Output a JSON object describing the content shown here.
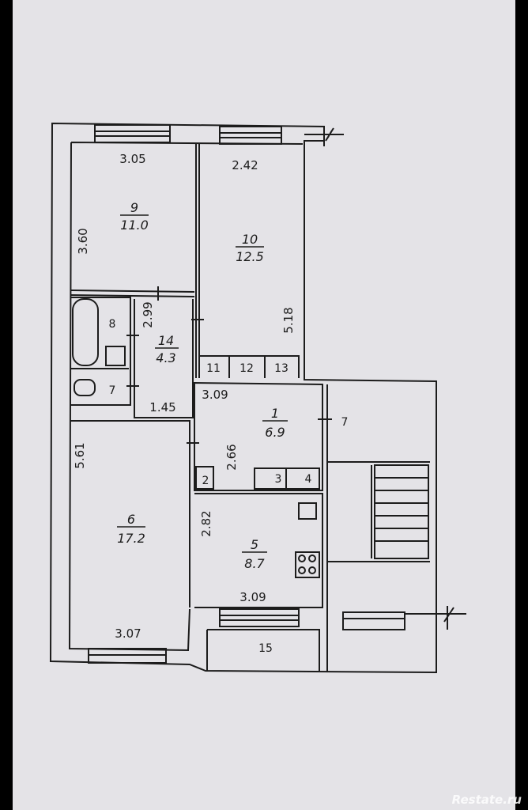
{
  "plan": {
    "rooms": [
      {
        "id": "room-9",
        "number": "9",
        "area": "11.0"
      },
      {
        "id": "room-10",
        "number": "10",
        "area": "12.5"
      },
      {
        "id": "room-14",
        "number": "14",
        "area": "4.3"
      },
      {
        "id": "room-1",
        "number": "1",
        "area": "6.9"
      },
      {
        "id": "room-6",
        "number": "6",
        "area": "17.2"
      },
      {
        "id": "room-5",
        "number": "5",
        "area": "8.7"
      }
    ],
    "labels": {
      "r8": "8",
      "r7_left": "7",
      "r7_right": "7",
      "r2": "2",
      "r3": "3",
      "r4": "4",
      "r11": "11",
      "r12": "12",
      "r13": "13",
      "r15": "15"
    },
    "dimensions": {
      "d_305": "3.05",
      "d_242": "2.42",
      "d_360": "3.60",
      "d_518": "5.18",
      "d_299": "2.99",
      "d_145": "1.45",
      "d_309_top": "3.09",
      "d_266": "2.66",
      "d_561": "5.61",
      "d_282": "2.82",
      "d_309_bottom": "3.09",
      "d_307": "3.07"
    }
  },
  "watermark": "Restate.ru"
}
